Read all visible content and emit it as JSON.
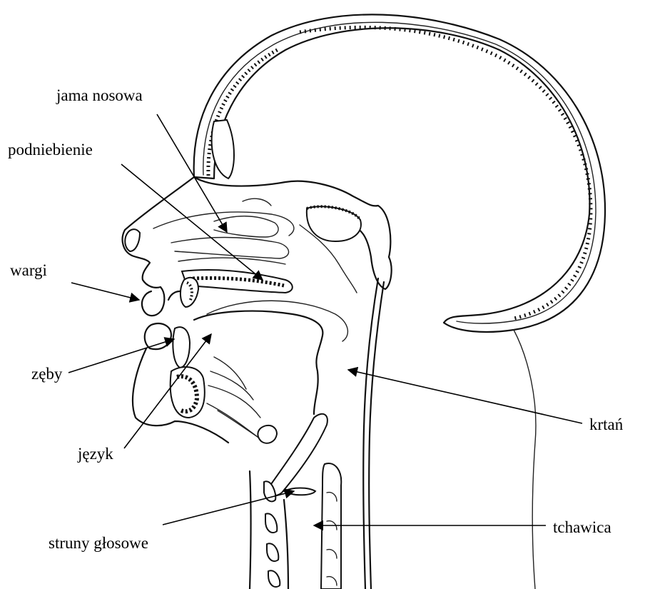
{
  "labels": {
    "nasal_cavity": "jama nosowa",
    "palate": "podniebienie",
    "lips": "wargi",
    "teeth": "zęby",
    "tongue": "język",
    "vocal_cords": "struny głosowe",
    "larynx": "krtań",
    "trachea": "tchawica"
  }
}
